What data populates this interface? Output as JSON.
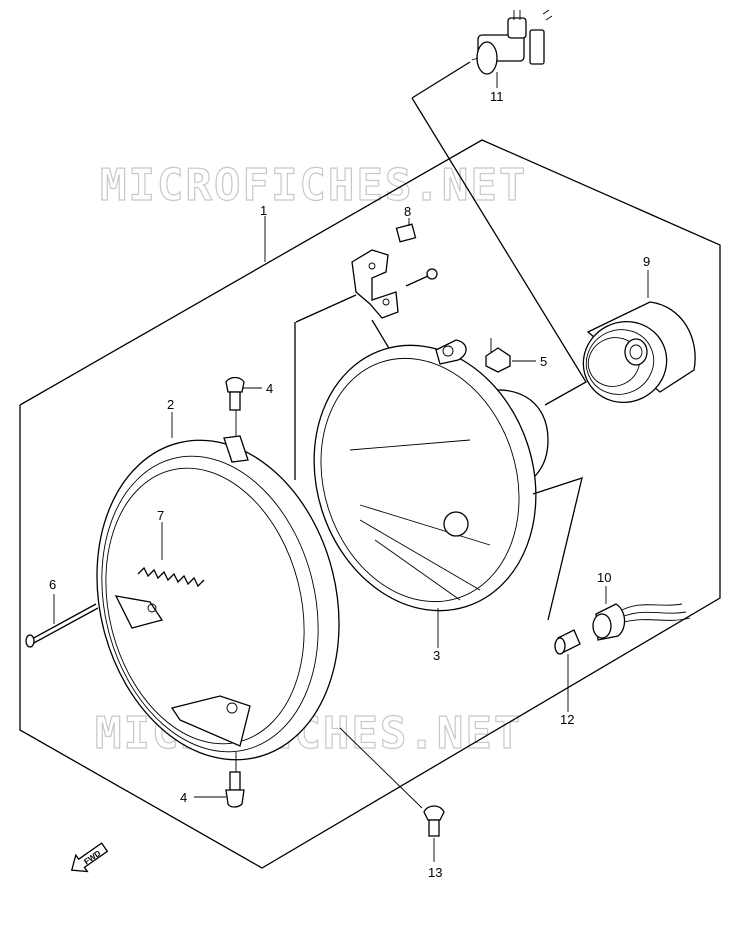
{
  "watermarks": [
    "MICROFICHES.NET",
    "MICROFICHES.NET"
  ],
  "callouts": {
    "p1": "1",
    "p2": "2",
    "p3": "3",
    "p4a": "4",
    "p4b": "4",
    "p5": "5",
    "p6": "6",
    "p7": "7",
    "p8": "8",
    "p9": "9",
    "p10": "10",
    "p11": "11",
    "p12": "12",
    "p13": "13"
  },
  "fwd_arrow": {
    "label": "FWD",
    "icon": "forward-arrow-icon"
  }
}
